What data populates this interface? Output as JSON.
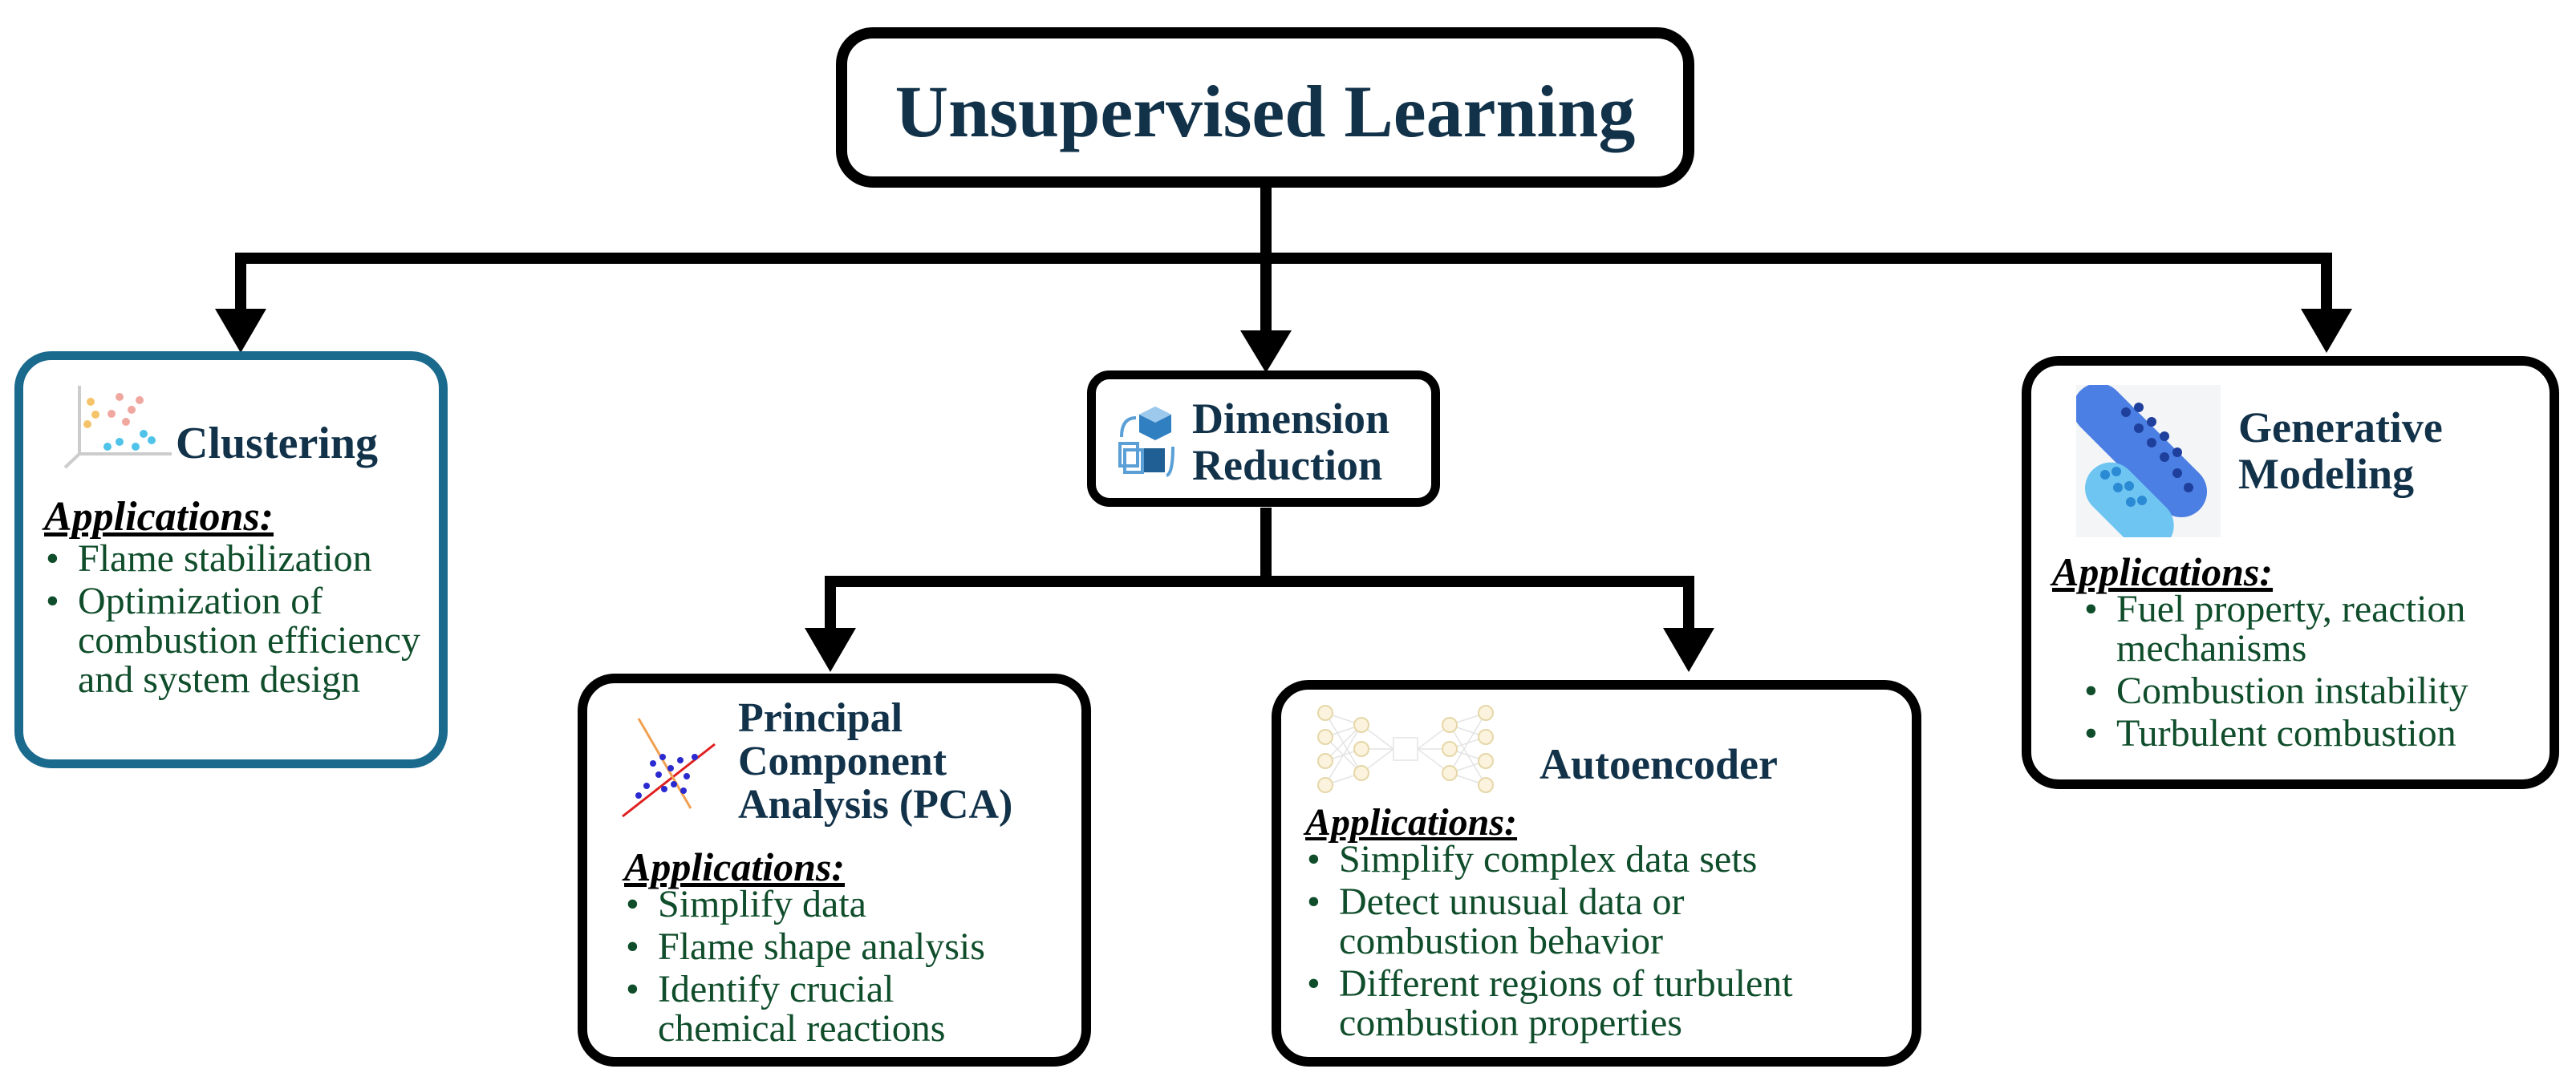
{
  "colors": {
    "line": "#000000",
    "title_text": "#12324a",
    "application_text": "#0f4d2b",
    "clustering_border": "#1a6a8e"
  },
  "root": {
    "title": "Unsupervised Learning"
  },
  "clustering": {
    "title": "Clustering",
    "applications_label": "Applications:",
    "items": [
      "Flame stabilization",
      "Optimization of combustion efficiency and system design"
    ],
    "icon": "scatter-clusters-icon"
  },
  "dimension_reduction": {
    "title_line1": "Dimension",
    "title_line2": "Reduction",
    "icon": "data-transform-icon"
  },
  "generative_modeling": {
    "title_line1": "Generative",
    "title_line2": "Modeling",
    "applications_label": "Applications:",
    "items": [
      "Fuel property, reaction mechanisms",
      "Combustion instability",
      "Turbulent combustion"
    ],
    "icon": "capsule-icon"
  },
  "pca": {
    "title_line1": "Principal",
    "title_line2": "Component",
    "title_line3": "Analysis (PCA)",
    "applications_label": "Applications:",
    "items": [
      "Simplify data",
      "Flame shape analysis",
      "Identify crucial chemical reactions"
    ],
    "icon": "pca-scatter-icon"
  },
  "autoencoder": {
    "title": "Autoencoder",
    "applications_label": "Applications:",
    "items": [
      "Simplify complex data sets",
      "Detect unusual data or combustion behavior",
      "Different regions of turbulent combustion properties"
    ],
    "icon": "neural-network-icon"
  }
}
